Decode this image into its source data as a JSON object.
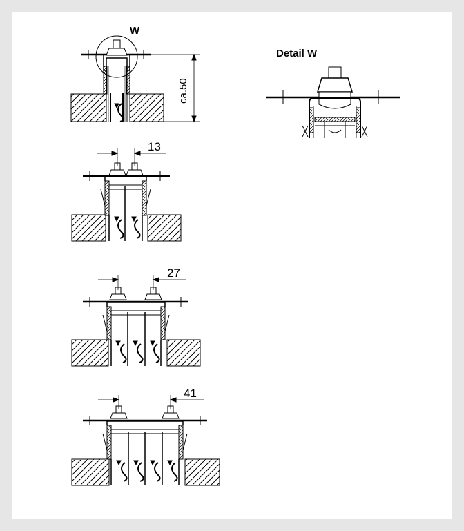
{
  "labels": {
    "detail_marker": "W",
    "detail_title": "Detail W",
    "height_dim": "ca.50"
  },
  "variants": [
    {
      "spacing": "13"
    },
    {
      "spacing": "27"
    },
    {
      "spacing": "41"
    }
  ]
}
